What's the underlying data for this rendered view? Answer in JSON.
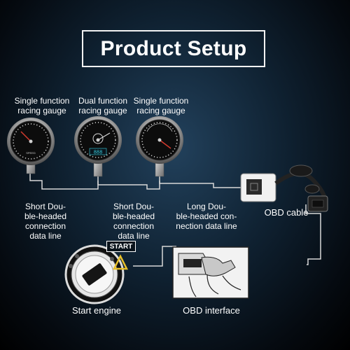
{
  "title": "Product Setup",
  "gauges": [
    {
      "label": "Single function\nracing gauge"
    },
    {
      "label": "Dual function\nracing gauge"
    },
    {
      "label": "Single function\nracing gauge"
    }
  ],
  "cables": [
    {
      "label": "Short Dou-\nble-headed\nconnection\ndata line"
    },
    {
      "label": "Short Dou-\nble-headed\nconnection\ndata line"
    },
    {
      "label": "Long Dou-\nble-headed con-\nnection data line"
    }
  ],
  "obd_cable_label": "OBD cable",
  "start_badge": "START",
  "start_engine_label": "Start engine",
  "obd_interface_label": "OBD interface",
  "colors": {
    "accent_red": "#d23a2e",
    "accent_yellow": "#e8c02a",
    "line": "#d8d8d8"
  }
}
